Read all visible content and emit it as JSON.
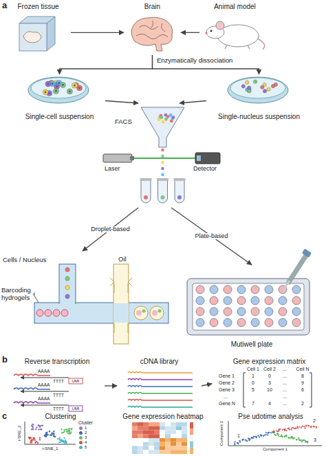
{
  "diagram": {
    "nodes": [
      {
        "text": [
          "Frozen tissue"
        ]
      },
      {
        "text": [
          "Brain"
        ]
      },
      {
        "text": [
          "Animal model"
        ]
      },
      {
        "text": [
          "Single-cell suspension"
        ]
      },
      {
        "text": [
          "Single-nucleus suspension"
        ]
      },
      {
        "text": [
          "FACS"
        ]
      },
      {
        "text": [
          "Cells / Nucleus",
          "Oil",
          "Barcoding hydrogels"
        ]
      },
      {
        "text": [
          "Mutiwell plate"
        ]
      },
      {
        "text": [
          "Reverse transcription"
        ]
      },
      {
        "text": [
          "cDNA library"
        ]
      },
      {
        "text": [
          "Gene expression matrix"
        ]
      },
      {
        "text": [
          "Clustering"
        ]
      },
      {
        "text": [
          "Gene expression heatmap"
        ]
      },
      {
        "text": [
          "Pse udotime analysis"
        ]
      }
    ],
    "edges": [
      {
        "from": 0,
        "to": 1,
        "arrow": "to"
      },
      {
        "from": 2,
        "to": 1,
        "arrow": "to"
      },
      {
        "from": 1,
        "to": 3,
        "arrow": "to"
      },
      {
        "from": 1,
        "to": 4,
        "arrow": "to"
      },
      {
        "from": 3,
        "to": 5,
        "arrow": "to"
      },
      {
        "from": 4,
        "to": 5,
        "arrow": "to"
      },
      {
        "from": 5,
        "to": 6,
        "label": "Droplet-based",
        "arrow": "to"
      },
      {
        "from": 5,
        "to": 7,
        "label": "Plate-based",
        "arrow": "to"
      },
      {
        "from": 8,
        "to": 9,
        "arrow": "to"
      },
      {
        "from": 9,
        "to": 10,
        "arrow": "to"
      }
    ],
    "labels": [
      "a",
      "Enzymatically dissociation",
      "Laser",
      "Detector",
      "b",
      "AAAA",
      "TTTT",
      "UMI",
      "AAAA",
      "TTTT",
      "AAAA",
      "TTTT",
      "UMI",
      "Cell 1",
      "Cell 2",
      "...",
      "Cell N",
      "Gene 1",
      "1",
      "0",
      "...",
      "8",
      "Gene 2",
      "0",
      "3",
      "...",
      "9",
      "Gene 3",
      "5",
      "10",
      "...",
      "6",
      "...",
      "...",
      "Gene N",
      "7",
      "4",
      "...",
      "2",
      "c",
      "Cluster",
      "t-SNE_2",
      "t-SNE_1",
      "1",
      "2",
      "3",
      "Component 2",
      "Component 1"
    ],
    "legend": [
      {
        "text": "1",
        "color": "#8e7cc3"
      },
      {
        "text": "2",
        "color": "#3d6cb5"
      },
      {
        "text": "3",
        "color": "#6abf69"
      },
      {
        "text": "4",
        "color": "#d9534f"
      },
      {
        "text": "5",
        "color": "#4db6c8"
      }
    ]
  }
}
